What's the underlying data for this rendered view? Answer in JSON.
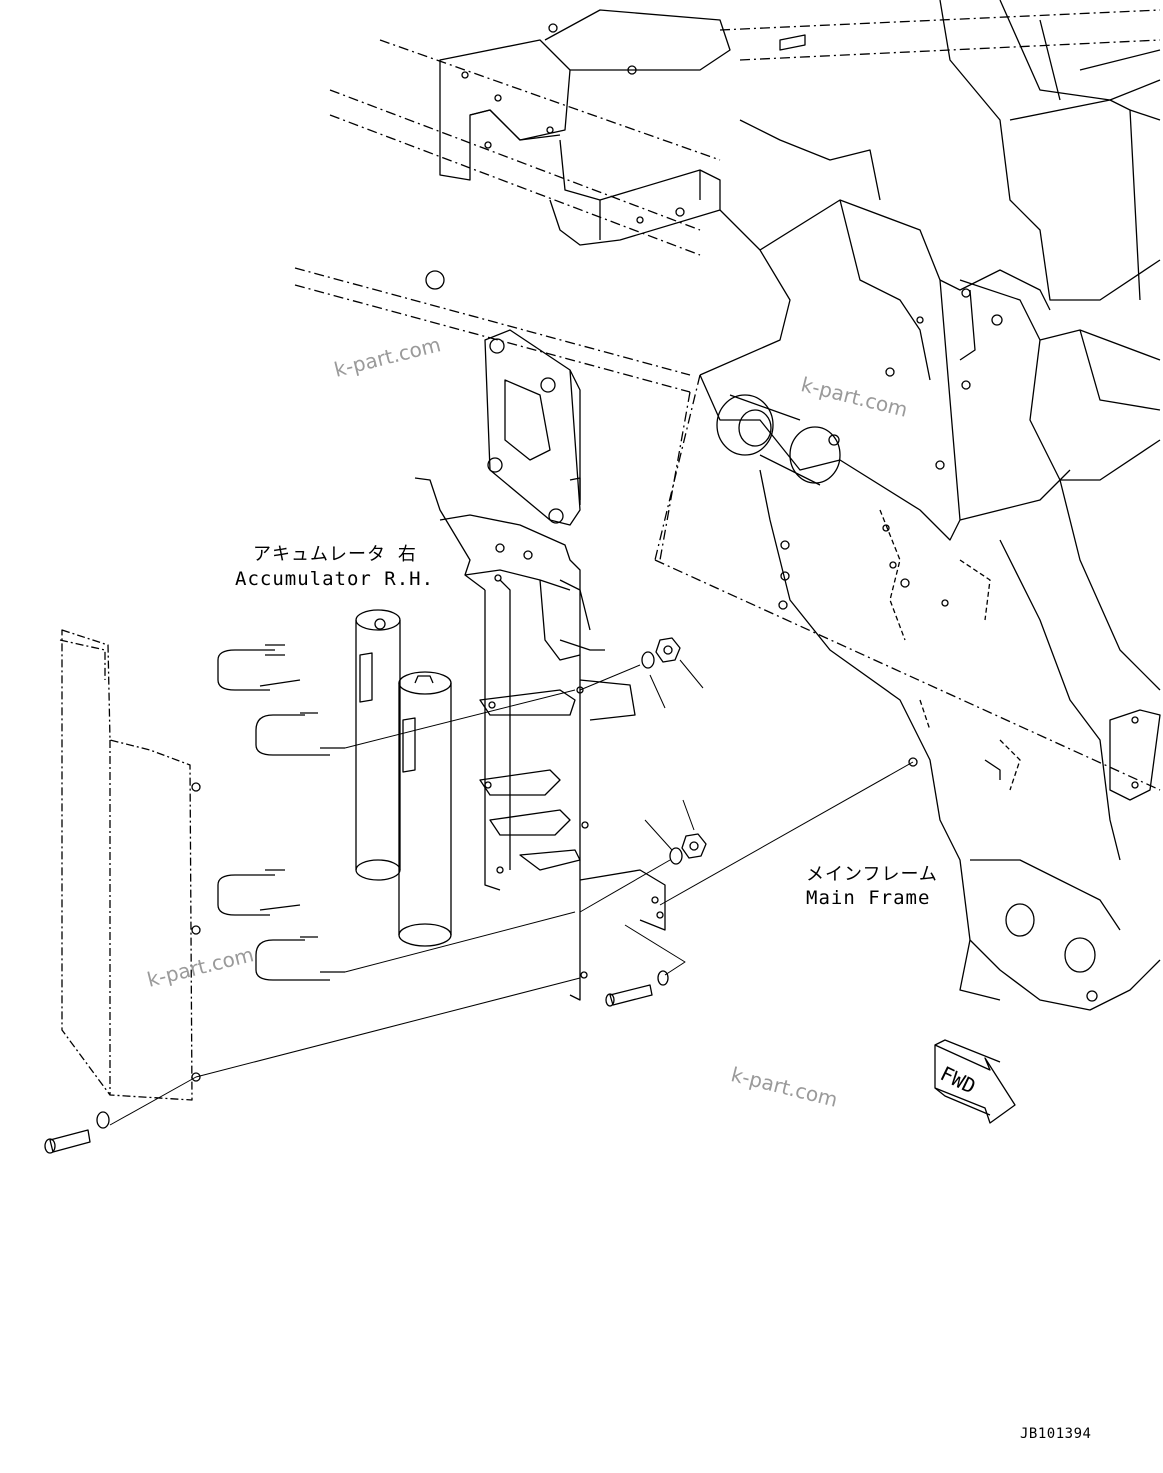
{
  "labels": {
    "accumulator_jp": "アキュムレータ 右",
    "accumulator_en": "Accumulator R.H.",
    "main_frame_jp": "メインフレーム",
    "main_frame_en": "Main Frame",
    "fwd": "FWD",
    "drawing_no": "JB101394"
  },
  "watermarks": [
    "k-part.com",
    "k-part.com",
    "k-part.com",
    "k-part.com"
  ],
  "icons": [
    "fwd-arrow-icon"
  ],
  "colors": {
    "line": "#000000",
    "watermark": "#9a9a9a",
    "background": "#ffffff"
  }
}
